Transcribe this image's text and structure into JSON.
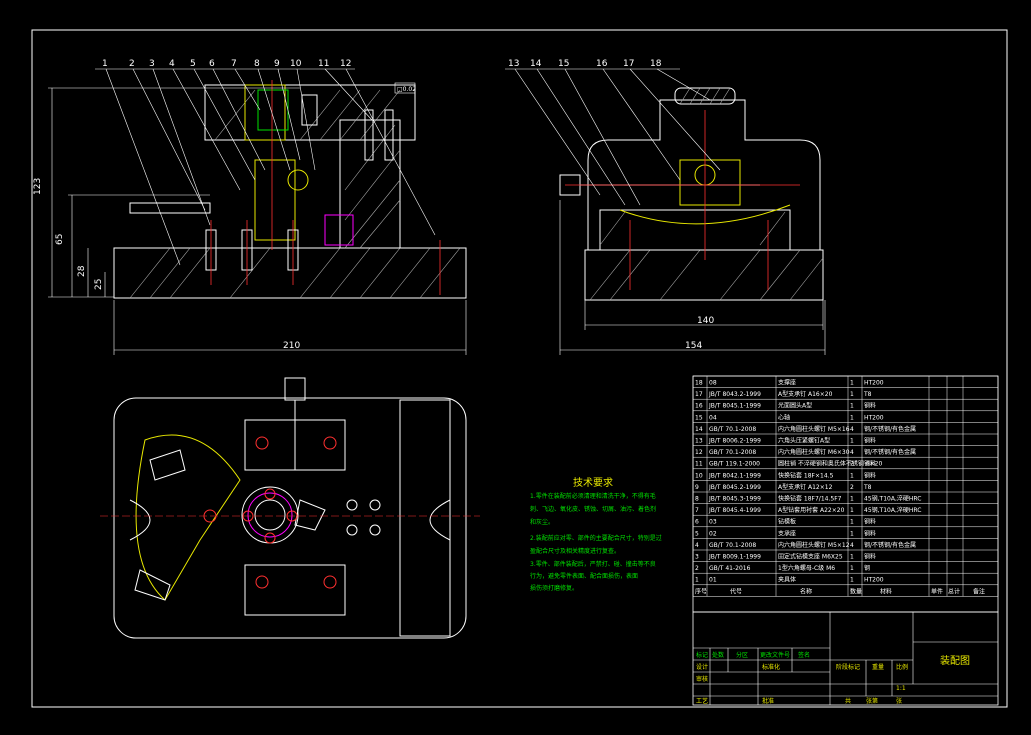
{
  "callouts_front": [
    "1",
    "2",
    "3",
    "4",
    "5",
    "6",
    "7",
    "8",
    "9",
    "10",
    "11",
    "12"
  ],
  "callouts_side": [
    "13",
    "14",
    "15",
    "16",
    "17",
    "18"
  ],
  "dims": {
    "width_front": "210",
    "height_total": "123",
    "h65": "65",
    "h28": "28",
    "h25": "25",
    "w140": "140",
    "w154": "154",
    "box": "□0.02"
  },
  "tech": {
    "title": "技术要求",
    "lines": [
      "1.零件在装配前必须清理和清洗干净，不得有毛",
      "刺、飞边、氧化皮、锈蚀、切屑、油污、着色剂",
      "和灰尘。",
      "2.装配前应对零、部件的主要配合尺寸，特别是过",
      "盈配合尺寸及相关精度进行复查。",
      "3.零件、部件装配后，严禁打、碰、撞击等不良",
      "行为，避免零件表面、配合面损伤，表面",
      "损伤须打磨修复。"
    ]
  },
  "bom_rows": [
    [
      "18",
      "08",
      "支撑座",
      "1",
      "HT200",
      ""
    ],
    [
      "17",
      "JB/T 8043.2-1999",
      "A型支承钉 A16×20",
      "1",
      "T8",
      ""
    ],
    [
      "16",
      "JB/T 8045.1-1999",
      "光面圆头A型",
      "1",
      "钢料",
      ""
    ],
    [
      "15",
      "04",
      "心轴",
      "1",
      "HT200",
      ""
    ],
    [
      "14",
      "GB/T 70.1-2008",
      "内六角圆柱头螺钉 M5×16",
      "4",
      "钢/不锈钢/有色金属",
      ""
    ],
    [
      "13",
      "JB/T 8006.2-1999",
      "六角头压紧螺钉A型",
      "1",
      "钢料",
      ""
    ],
    [
      "12",
      "GB/T 70.1-2008",
      "内六角圆柱头螺钉 M6×30",
      "4",
      "钢/不锈钢/有色金属",
      ""
    ],
    [
      "11",
      "GB/T 119.1-2000",
      "圆柱销 不淬硬钢和奥氏体不锈钢 6×20",
      "2",
      "钢料",
      ""
    ],
    [
      "10",
      "JB/T 8042.1-1999",
      "快换钻套 18F×14.5",
      "1",
      "钢料",
      ""
    ],
    [
      "9",
      "JB/T 8045.2-1999",
      "A型支承钉 A12×12",
      "2",
      "T8",
      ""
    ],
    [
      "8",
      "JB/T 8045.3-1999",
      "快换钻套 18F7/14.5F7",
      "1",
      "45钢,T10A,淬硬HRC",
      ""
    ],
    [
      "7",
      "JB/T 8045.4-1999",
      "A型钻套用衬套 A22×20",
      "1",
      "45钢,T10A,淬硬HRC",
      ""
    ],
    [
      "6",
      "03",
      "钻模板",
      "1",
      "钢料",
      ""
    ],
    [
      "5",
      "02",
      "支承座",
      "1",
      "钢料",
      ""
    ],
    [
      "4",
      "GB/T 70.1-2008",
      "内六角圆柱头螺钉 M5×12",
      "4",
      "钢/不锈钢/有色金属",
      ""
    ],
    [
      "3",
      "JB/T 8009.1-1999",
      "固定式钻模支座 M6X25",
      "1",
      "钢料",
      ""
    ],
    [
      "2",
      "GB/T 41-2016",
      "1型六角螺母-C级 M6",
      "1",
      "钢",
      ""
    ],
    [
      "1",
      "01",
      "夹具体",
      "1",
      "HT200",
      ""
    ]
  ],
  "bom_header": [
    "序号",
    "代号",
    "名称",
    "数量",
    "材料",
    "单件",
    "总计",
    "备注"
  ],
  "title_block": {
    "drawing_name": "装配图",
    "scale": "1:1",
    "r1": [
      "标记",
      "处数",
      "分区",
      "更改文件号",
      "签名"
    ],
    "r2": [
      "设计",
      "",
      "标准化"
    ],
    "r3": [
      "审核"
    ],
    "r4": [
      "工艺",
      "",
      "批准"
    ],
    "mid": [
      "阶段标记",
      "重量",
      "比例"
    ],
    "bottom": [
      "共",
      "张第",
      "张"
    ]
  }
}
